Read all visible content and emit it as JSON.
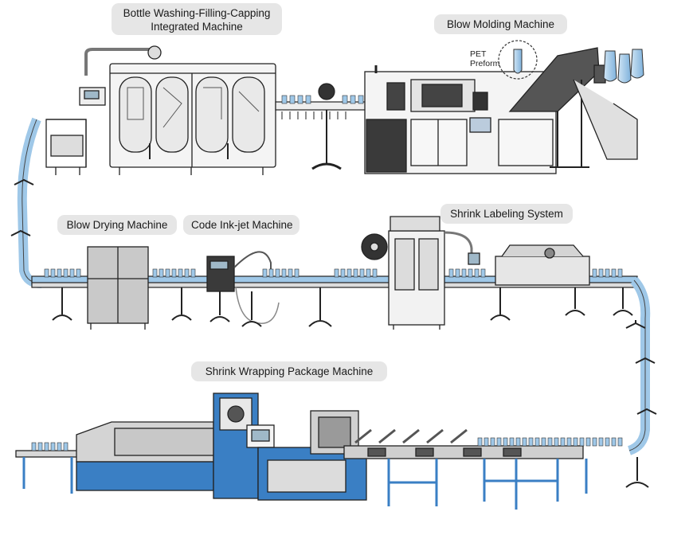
{
  "labels": {
    "washing_title_line1": "Bottle Washing-Filling-Capping",
    "washing_title_line2": "Integrated Machine",
    "blow_molding": "Blow Molding Machine",
    "blow_drying": "Blow Drying Machine",
    "code_inkjet": "Code Ink-jet Machine",
    "shrink_labeling": "Shrink Labeling System",
    "shrink_wrapping": "Shrink Wrapping Package Machine",
    "pet_line1": "PET",
    "pet_line2": "Preform"
  },
  "colors": {
    "label_bg": "#e6e6e6",
    "machine_stroke": "#222222",
    "machine_fill": "#f4f4f4",
    "dark_panel": "#3a3a3a",
    "wrap_blue": "#3a7fc4",
    "bottle_blue": "#9fc8e8",
    "conveyor": "#dcdcdc"
  }
}
